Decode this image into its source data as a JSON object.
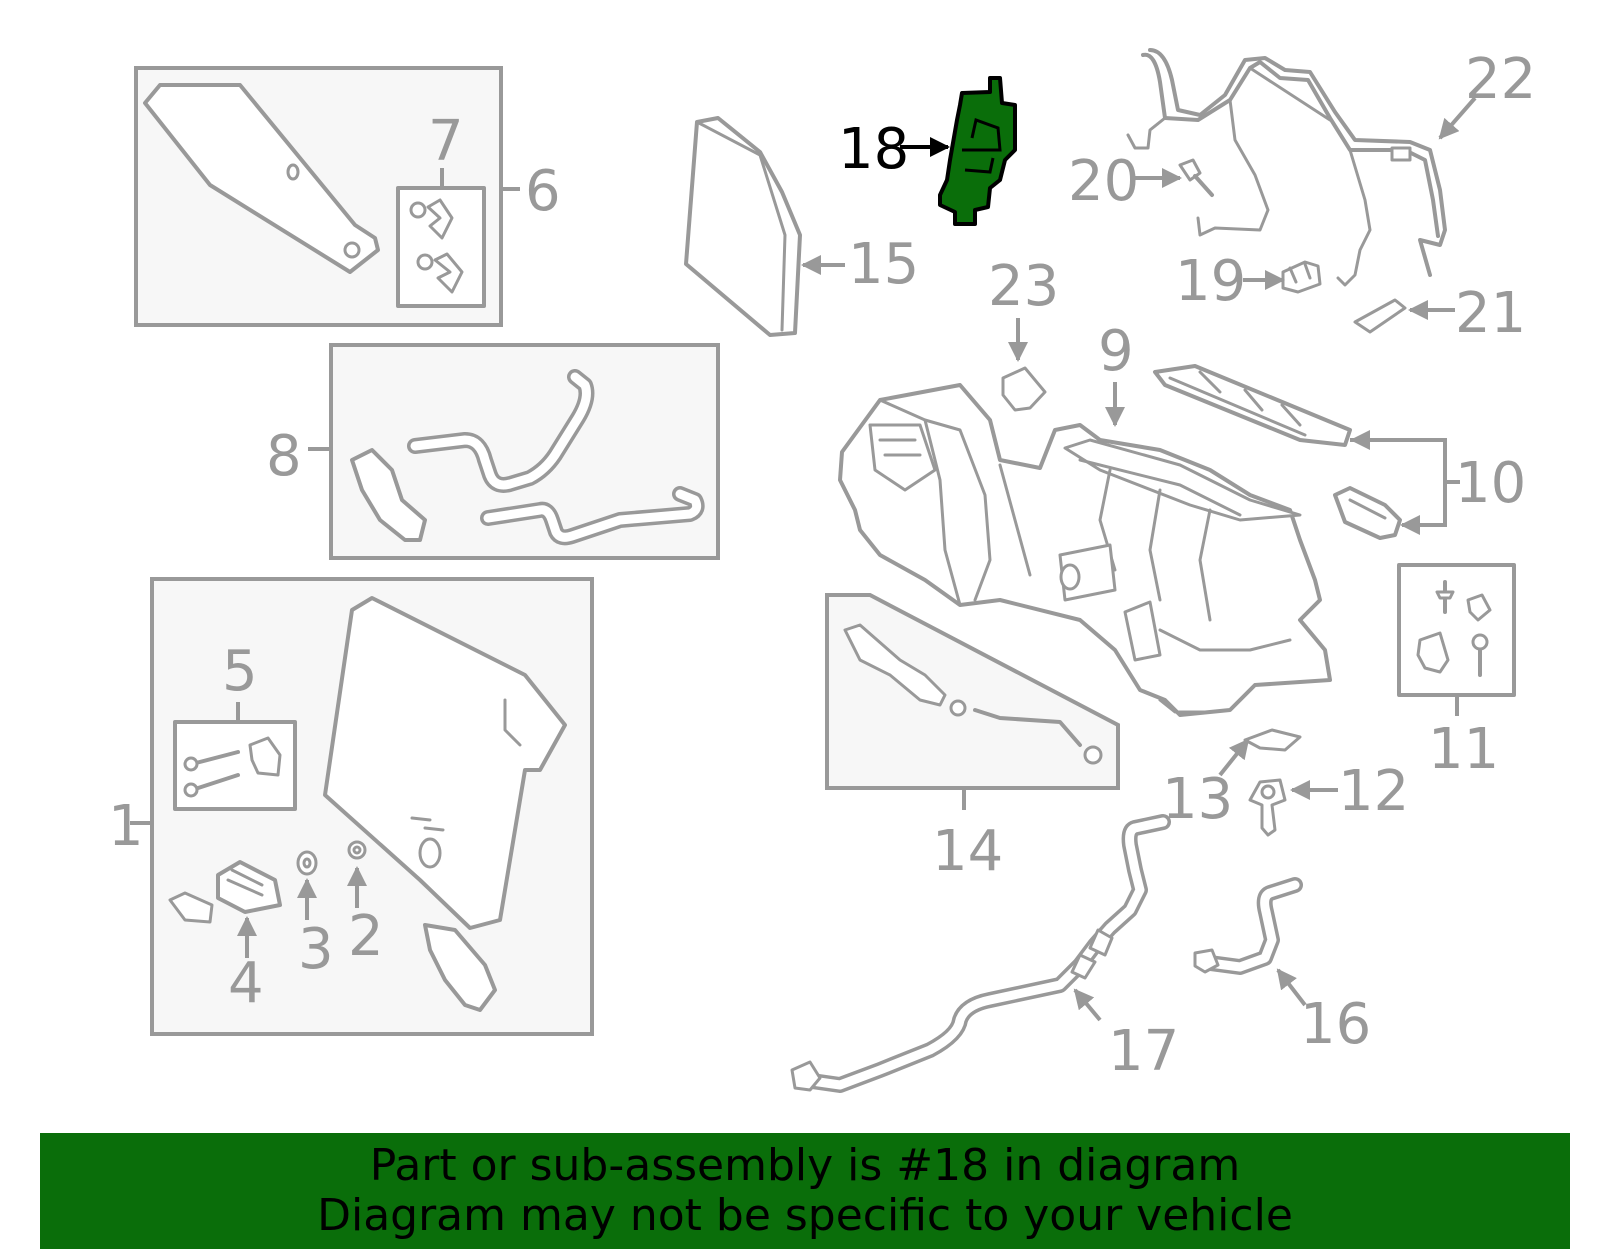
{
  "callouts": {
    "c1": "1",
    "c2": "2",
    "c3": "3",
    "c4": "4",
    "c5": "5",
    "c6": "6",
    "c7": "7",
    "c8": "8",
    "c9": "9",
    "c10": "10",
    "c11": "11",
    "c12": "12",
    "c13": "13",
    "c14": "14",
    "c15": "15",
    "c16": "16",
    "c17": "17",
    "c18": "18",
    "c19": "19",
    "c20": "20",
    "c21": "21",
    "c22": "22",
    "c23": "23"
  },
  "highlight": {
    "part_number": "18",
    "color": "#0a6e0a"
  },
  "colors": {
    "outline": "#999999",
    "box_fill": "#f7f7f7",
    "highlight": "#0a6e0a"
  },
  "banner": {
    "line1": "Part or sub-assembly is #18 in diagram",
    "line2": "Diagram may not be specific to your vehicle"
  }
}
